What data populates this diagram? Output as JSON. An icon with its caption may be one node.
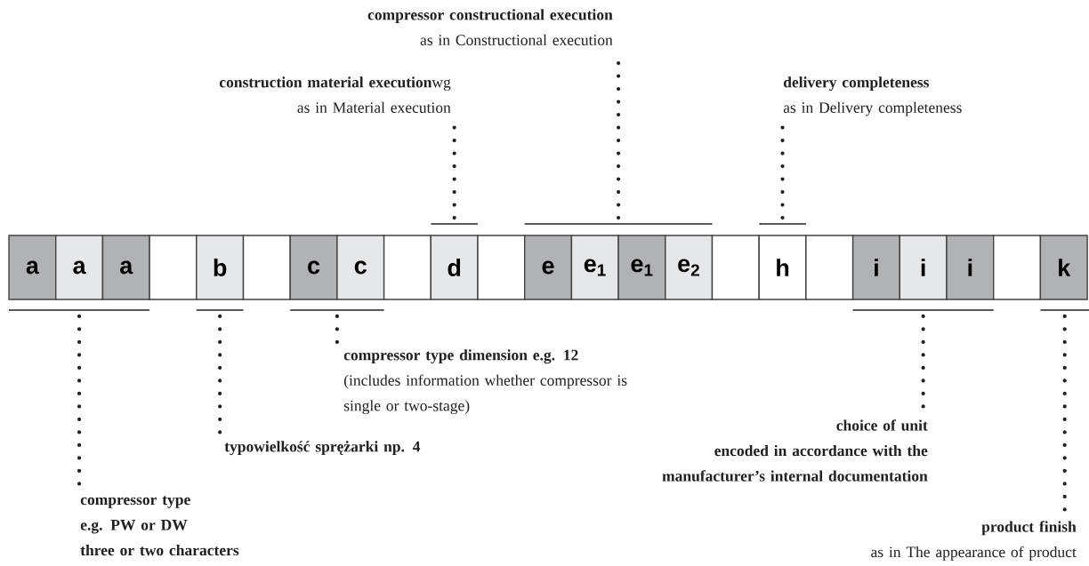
{
  "diagram": {
    "nodes": [
      {
        "text": [
          "compressor constructional execution",
          "as in Constructional execution"
        ]
      },
      {
        "text": [
          "**construction material execution**wg",
          "as in Material execution"
        ]
      },
      {
        "text": [
          "delivery completeness",
          "as in Delivery completeness"
        ]
      },
      {
        "text": [],
        "shape": "bar"
      },
      {
        "text": [],
        "shape": "bar"
      },
      {
        "text": [],
        "shape": "bar"
      },
      {
        "text": [
          "a"
        ]
      },
      {
        "text": [
          "a"
        ]
      },
      {
        "text": [
          "a"
        ]
      },
      {
        "text": [],
        "shape": "box"
      },
      {
        "text": [
          "b"
        ]
      },
      {
        "text": [],
        "shape": "box"
      },
      {
        "text": [
          "c"
        ]
      },
      {
        "text": [
          "c"
        ]
      },
      {
        "text": [],
        "shape": "box"
      },
      {
        "text": [
          "d"
        ]
      },
      {
        "text": [],
        "shape": "box"
      },
      {
        "text": [
          "e"
        ]
      },
      {
        "text": [
          "e$_{1}$"
        ]
      },
      {
        "text": [
          "e$_{1}$"
        ]
      },
      {
        "text": [
          "e$_{2}$"
        ]
      },
      {
        "text": [],
        "shape": "box"
      },
      {
        "text": [
          "h"
        ]
      },
      {
        "text": [],
        "shape": "box"
      },
      {
        "text": [
          "i"
        ]
      },
      {
        "text": [
          "i"
        ]
      },
      {
        "text": [
          "i"
        ]
      },
      {
        "text": [],
        "shape": "box"
      },
      {
        "text": [
          "k"
        ]
      },
      {
        "text": [],
        "shape": "bar"
      },
      {
        "text": [],
        "shape": "bar"
      },
      {
        "text": [],
        "shape": "bar"
      },
      {
        "text": [],
        "shape": "bar"
      },
      {
        "text": [],
        "shape": "bar"
      },
      {
        "text": [
          "compressor type dimension e.g. 12",
          "(includes information whether compressor is single or two-stage)"
        ]
      },
      {
        "text": [
          "typowielkość sprężarki np. 4"
        ]
      },
      {
        "text": [
          "choice of unit",
          "encoded in accordance with the manufacturer’s internal documentation"
        ]
      },
      {
        "text": [
          "compressor type",
          "e.g. PW or DW",
          "three or two characters"
        ]
      },
      {
        "text": [
          "product finish",
          "as in The appearance of product"
        ]
      }
    ],
    "edges": [
      {
        "from": 0,
        "to": 4,
        "arrow": "none"
      },
      {
        "from": 1,
        "to": 3,
        "arrow": "none"
      },
      {
        "from": 2,
        "to": 5,
        "arrow": "none"
      },
      {
        "from": 34,
        "to": 31,
        "arrow": "none"
      },
      {
        "from": 35,
        "to": 30,
        "arrow": "none"
      },
      {
        "from": 36,
        "to": 32,
        "arrow": "none"
      },
      {
        "from": 37,
        "to": 29,
        "arrow": "none"
      },
      {
        "from": 38,
        "to": 33,
        "arrow": "none"
      }
    ]
  }
}
